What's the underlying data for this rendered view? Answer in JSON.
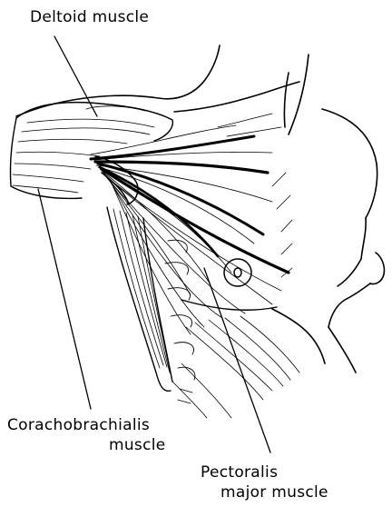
{
  "labels": {
    "deltoid": "Deltoid muscle",
    "coracobrachialis_line1": "Corachobrachialis",
    "coracobrachialis_line2": "muscle",
    "pectoralis_line1": "Pectoralis",
    "pectoralis_line2": "major muscle"
  },
  "colors": {
    "ink": "#000000",
    "background": "#ffffff"
  }
}
